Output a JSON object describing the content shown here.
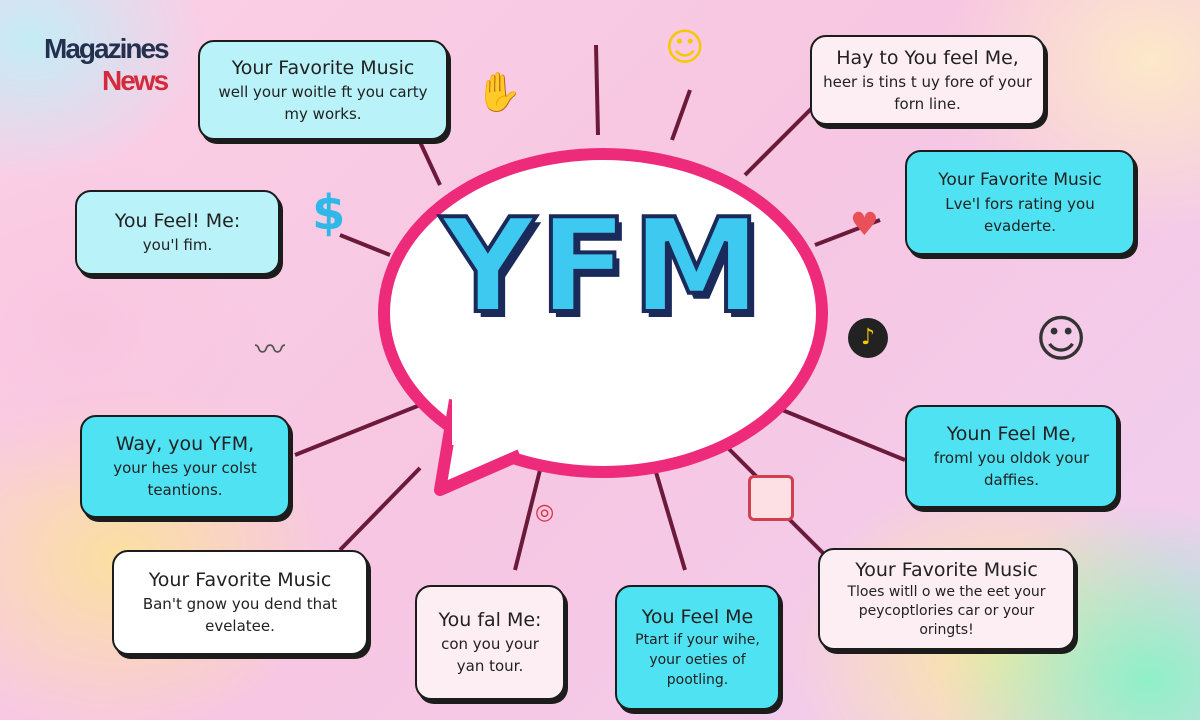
{
  "logo": {
    "line1": "Magazines",
    "line2": "News"
  },
  "center": {
    "title": "YFM"
  },
  "colors": {
    "bubble_border": "#ee2a7b",
    "title_fill": "#3ec9f1",
    "connector": "#6b1a3a",
    "cyan_box": "#4fe2f3"
  },
  "boxes": [
    {
      "title": "Your Favorite Music",
      "text": "well your woitle ft you carty my works."
    },
    {
      "title": "You Feel! Me:",
      "text": "you'l fim."
    },
    {
      "title": "Hay to You feel Me,",
      "text": "heer is tins t uy fore of your forn line."
    },
    {
      "title": "Your Favorite Music",
      "text": "Lve'l fors rating you evaderte."
    },
    {
      "title": "Youn Feel Me,",
      "text": "froml you oldok your daffies."
    },
    {
      "title": "Way, you YFM,",
      "text": "your hes your colst teantions."
    },
    {
      "title": "Your Favorite Music",
      "text": "Ban't gnow you dend that evelatee."
    },
    {
      "title": "You fal Me:",
      "text": "con you your yan tour."
    },
    {
      "title": "You Feel Me",
      "text": "Ptart if your wihe, your oeties of pootling."
    },
    {
      "title": "Your Favorite Music",
      "text": "Tloes witll o we the eet your peycoptlories car or your oringts!"
    }
  ],
  "icons": [
    "hand-icon",
    "lightbulb-icon",
    "dollar-icon",
    "heart-icon",
    "scroll-icon",
    "music-disc-icon",
    "smiley-face-icon",
    "lips-icon",
    "radio-icon"
  ]
}
